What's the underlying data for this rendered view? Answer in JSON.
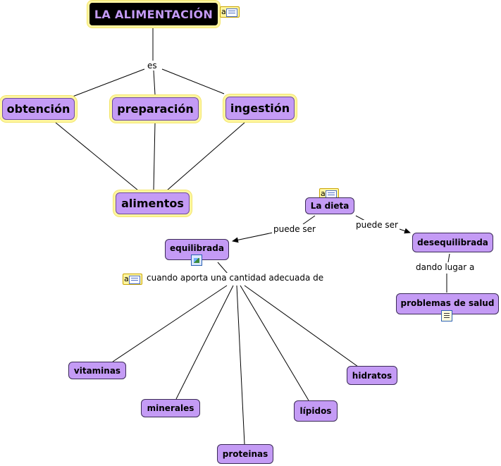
{
  "title": "LA ALIMENTACIÓN",
  "nodes": {
    "obtencion": "obtención",
    "preparacion": "preparación",
    "ingestion": "ingestión",
    "alimentos": "alimentos",
    "la_dieta": "La dieta",
    "equilibrada": "equilibrada",
    "desequilibrada": "desequilibrada",
    "problemas": "problemas de salud",
    "vitaminas": "vitaminas",
    "minerales": "minerales",
    "proteinas": "proteinas",
    "lipidos": "lípidos",
    "hidratos": "hidratos"
  },
  "links": {
    "es": "es",
    "puede_ser_1": "puede ser",
    "puede_ser_2": "puede ser",
    "dando_lugar": "dando lugar a",
    "cuando": "cuando aporta una cantidad adecuada de"
  },
  "icons": {
    "title_note": "a",
    "dieta_note": "a",
    "cuando_note": "a"
  },
  "colors": {
    "node_fill": "#c49bf5",
    "highlight": "#fff6a0",
    "title_bg": "#000000"
  }
}
